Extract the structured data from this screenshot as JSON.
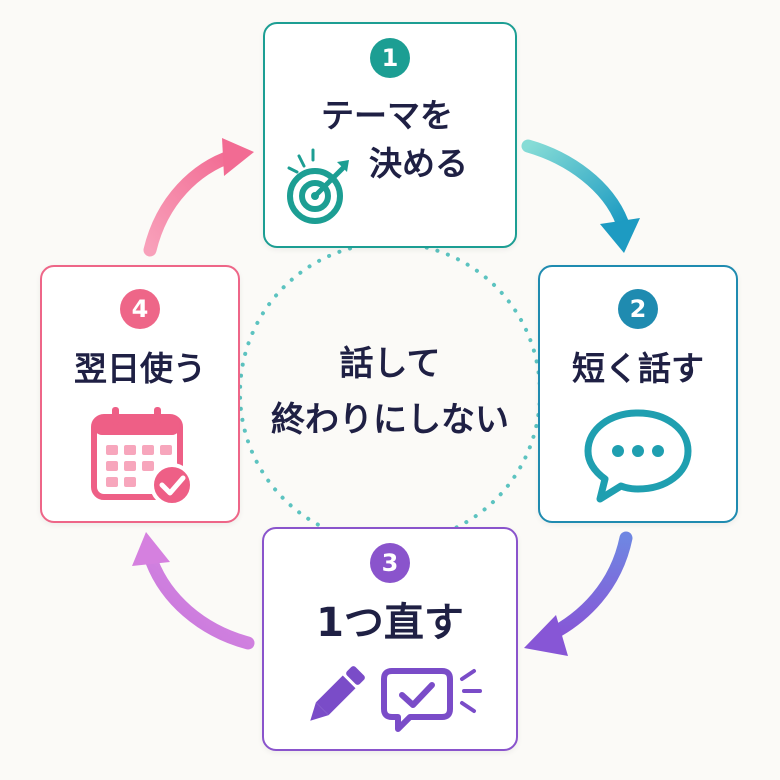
{
  "center": {
    "line1": "話して",
    "line2": "終わりにしない"
  },
  "steps": [
    {
      "number": "1",
      "line1": "テーマを",
      "line2": "決める",
      "color": "#1c9e93",
      "icon": "target-icon"
    },
    {
      "number": "2",
      "label": "短く話す",
      "color": "#1f8bb0",
      "icon": "speech-bubble-icon"
    },
    {
      "number": "3",
      "label": "1つ直す",
      "color": "#8a54cc",
      "icon": "pencil-icon"
    },
    {
      "number": "4",
      "label": "翌日使う",
      "color": "#ee6688",
      "icon": "calendar-check-icon"
    }
  ],
  "colors": {
    "teal": "#1c9e93",
    "blue": "#1f8bb0",
    "purple": "#8a54cc",
    "pink": "#ee6688",
    "text": "#1f2044"
  }
}
